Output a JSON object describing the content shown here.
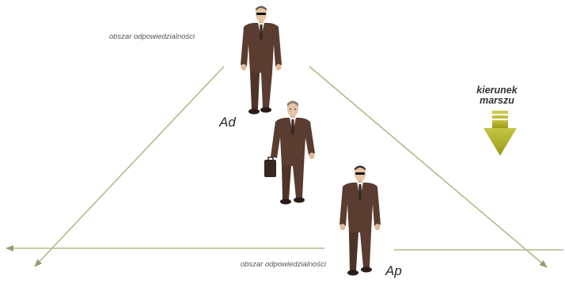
{
  "labels": {
    "area_top": "obszar odpowiedzialności",
    "area_bottom": "obszar odpowiedzialności",
    "role_ad": "Ad",
    "role_ap": "Ap",
    "direction": "kierunek marszu"
  },
  "colors": {
    "guide_line": "#b7b78a",
    "arrow": "#a8a820",
    "arrow_dark": "#8c8c10",
    "suit": "#5a3c30",
    "suit_shadow": "#3f2a22",
    "skin": "#e5c3a4",
    "shirt": "#f2f2f2",
    "tie": "#3a2a24",
    "sunglasses": "#111111",
    "briefcase": "#3a2620"
  },
  "figures": [
    {
      "role": "front-guard",
      "eyewear": "sunglasses",
      "carries": "none"
    },
    {
      "role": "protected-person",
      "eyewear": "none",
      "carries": "briefcase"
    },
    {
      "role": "rear-guard",
      "eyewear": "sunglasses",
      "carries": "none"
    }
  ]
}
